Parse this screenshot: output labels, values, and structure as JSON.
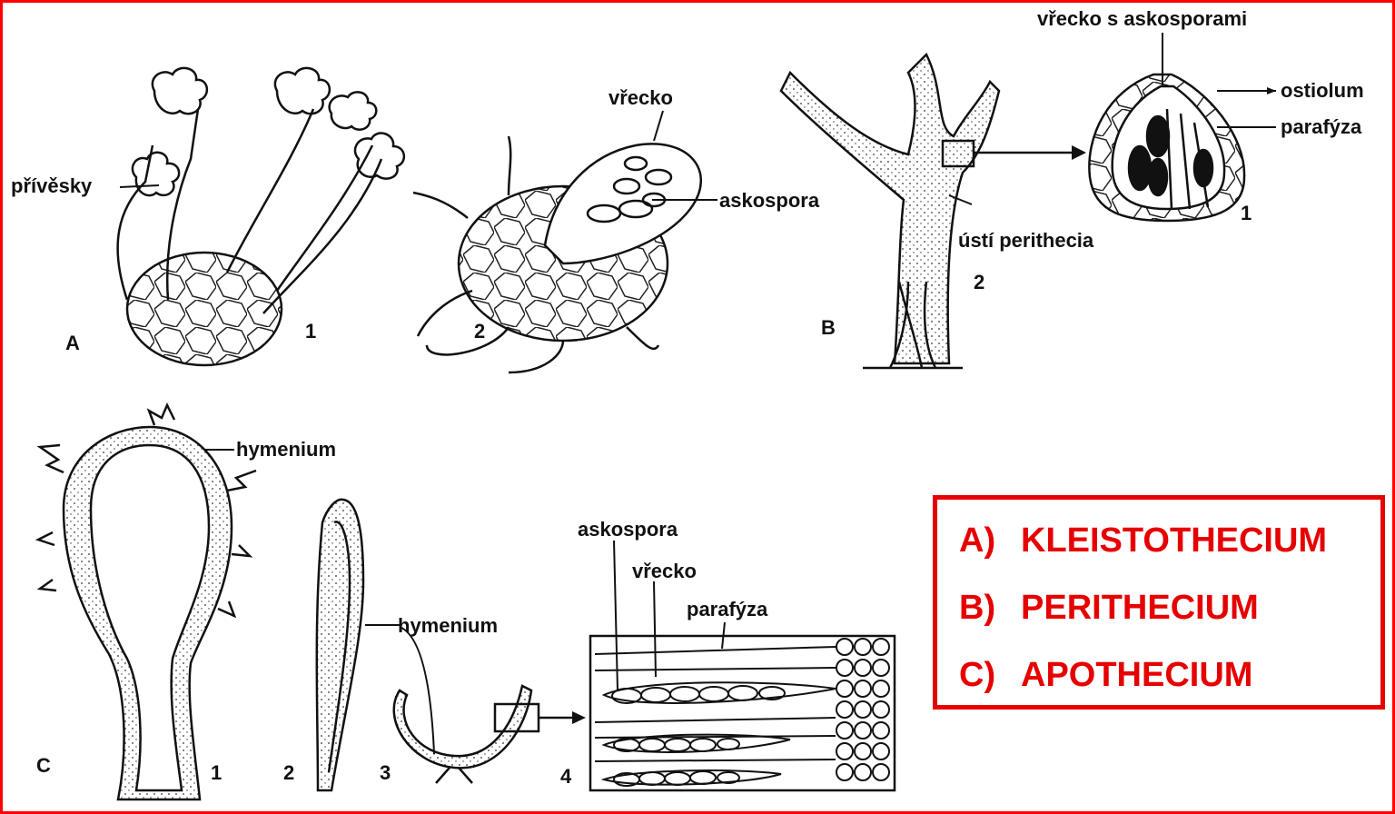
{
  "labels": {
    "privesky": "přívěsky",
    "vrecko": "vřecko",
    "askospora": "askospora",
    "vrecko_s_askosporami": "vřecko s askosporami",
    "ostiolum": "ostiolum",
    "parafyza": "parafýza",
    "usti_perithecia": "ústí perithecia",
    "hymenium": "hymenium",
    "askospora_c": "askospora",
    "vrecko_c": "vřecko",
    "parafyza_c": "parafýza",
    "hymenium_c": "hymenium"
  },
  "figure_marks": {
    "A": "A",
    "A1": "1",
    "A2": "2",
    "B": "B",
    "B1": "1",
    "B2": "2",
    "C": "C",
    "C1": "1",
    "C2": "2",
    "C3": "3",
    "C4": "4"
  },
  "legend": [
    {
      "key": "A)",
      "text": "KLEISTOTHECIUM"
    },
    {
      "key": "B)",
      "text": "PERITHECIUM"
    },
    {
      "key": "C)",
      "text": "APOTHECIUM"
    }
  ],
  "colors": {
    "frame": "#ff0000",
    "legend": "#e60000",
    "ink": "#111111"
  }
}
